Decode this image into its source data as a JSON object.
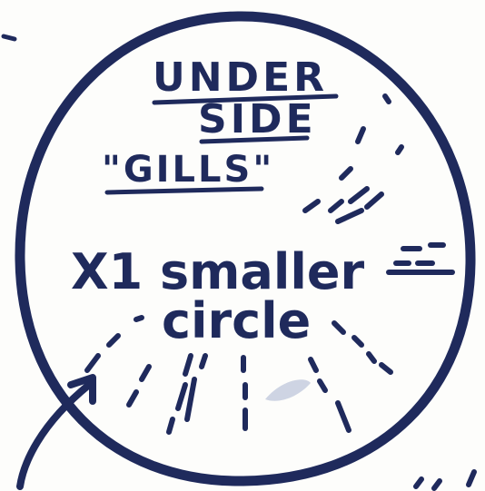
{
  "ink_color": "#1f2a5c",
  "paper_color": "#fdfdfb",
  "note": {
    "line1": "UNDER",
    "line2": "SIDE",
    "line3": "\"GILLS\"",
    "line4": "X1 smaller",
    "line5": "circle"
  }
}
